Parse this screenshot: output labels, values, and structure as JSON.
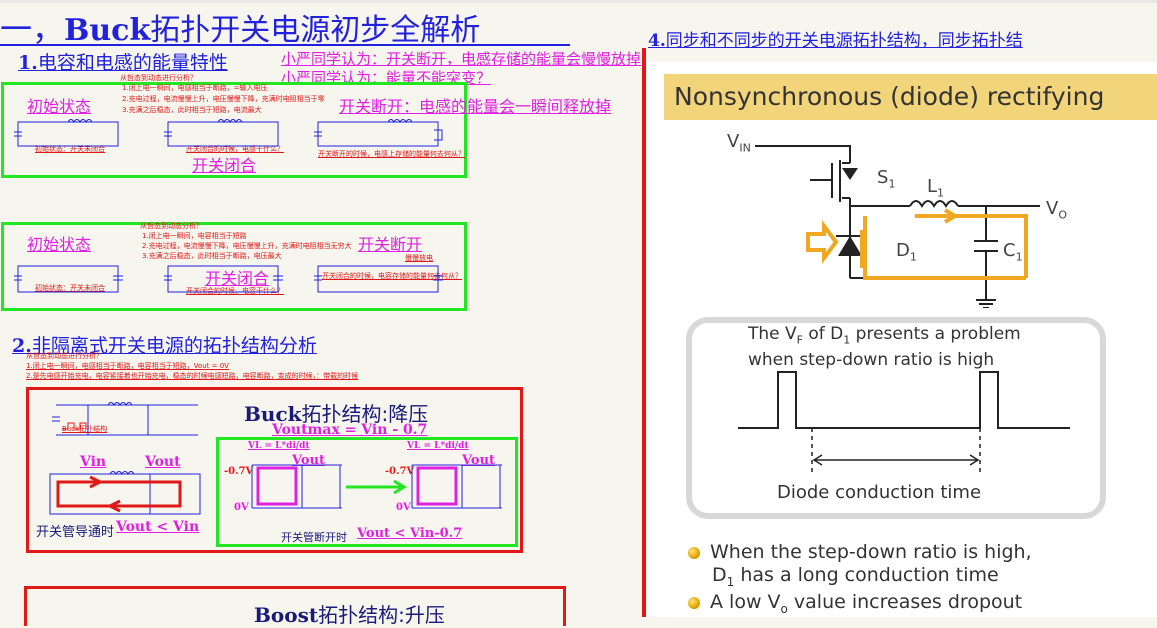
{
  "title": {
    "prefix": "一，",
    "bold": "Buck",
    "rest": "拓扑开关电源初步全解析"
  },
  "section1": {
    "num": "1.",
    "heading": "电容和电感的能量特性",
    "note1": "小严同学认为：开关断开，电感存储的能量会慢慢放掉",
    "note2": "小严同学认为：能量不能突变？",
    "note3": "开关断开：电感的能量会一瞬间释放掉"
  },
  "panelA": {
    "caption": "从哲态到动态进行分析？",
    "lines": [
      "1.闭上电一瞬间，电感相当于断路，=输入电压",
      "2.充电过程，电流慢慢上升，电压慢慢下降，充满时电阻相当于零",
      "3.充满之后稳态，此时相当于短路，电流最大"
    ],
    "state_init": "初始状态",
    "state_closed": "开关闭合",
    "desc1": "初始状态：开关未闭合",
    "desc2": "开关闭合的时候，电感干什么？",
    "desc3": "开关断开的时候，电感上存储的能量何去何从？"
  },
  "panelB": {
    "caption": "从哲态到动态分析？",
    "lines": [
      "1.闭上电一瞬间，电容相当于短路",
      "2.充电过程，电流慢慢下降，电压慢慢上升，充满时电阻相当无穷大",
      "3.充满之后稳态，此时相当于断路，电压最大"
    ],
    "state_init": "初始状态",
    "state_closed": "开关闭合",
    "state_open": "开关断开",
    "desc1": "初始状态：开关未闭合",
    "desc2": "开关闭合的时候，电容干什么？",
    "desc3": "开关闭合的时候，电容存储的能量何去何从？",
    "desc4": "慢慢放电"
  },
  "section2": {
    "num": "2.",
    "heading": "非隔离式开关电源的拓扑结构分析",
    "caption": "从哲态到动态进行分析？",
    "lines": [
      "1.闭上电一瞬间，电感相当于断路，电容相当于短路，Vout = 0V",
      "2.是先电感开始充电，电容紧接着也开始充电，稳态的时候电感短路，电容断路，变成的时候，：带载的时候"
    ]
  },
  "buck": {
    "title_bold": "Buck",
    "title_rest": "拓扑结构:降压",
    "small_label": "Buck拓扑结构",
    "voutmax": "Voutmax = Vin - 0.7",
    "vin": "Vin",
    "vout": "Vout",
    "on_label": "开关管导通时",
    "on_formula": "Vout < Vin",
    "off_label": "开关管断开时",
    "off_formula": "Vout < Vin-0.7",
    "vl1": "VL = L*di/dt",
    "vl2": "VL = L*di/dt",
    "neg07a": "-0.7V",
    "neg07b": "-0.7V",
    "zero_a": "0V",
    "zero_b": "0V"
  },
  "boost": {
    "title_bold": "Boost",
    "title_rest": "拓扑结构:升压"
  },
  "section4": {
    "num": "4.",
    "heading": "同步和不同步的开关电源拓扑结构，同步拓扑结"
  },
  "slide": {
    "banner": "Nonsynchronous (diode) rectifying",
    "vin": "V",
    "vin_sub": "IN",
    "s1": "S",
    "s1_sub": "1",
    "l1": "L",
    "l1_sub": "1",
    "vo": "V",
    "vo_sub": "O",
    "d1": "D",
    "d1_sub": "1",
    "c1": "C",
    "c1_sub": "1",
    "note_line1_a": "The V",
    "note_line1_sub": "F",
    "note_line1_b": " of D",
    "note_line1_sub2": "1",
    "note_line1_c": " presents a problem",
    "note_line2": "when step-down ratio is high",
    "wave_label": "Diode conduction time",
    "bullet1a": "When the step-down ratio is high,",
    "bullet1b_a": "D",
    "bullet1b_sub": "1",
    "bullet1b_b": " has a long conduction time",
    "bullet2_a": "A low V",
    "bullet2_sub": "o",
    "bullet2_b": " value increases dropout"
  },
  "colors": {
    "green": "#22e622",
    "red": "#e01818",
    "magenta": "#e020e0",
    "banner": "#f2d57a",
    "orange": "#f0a820"
  }
}
